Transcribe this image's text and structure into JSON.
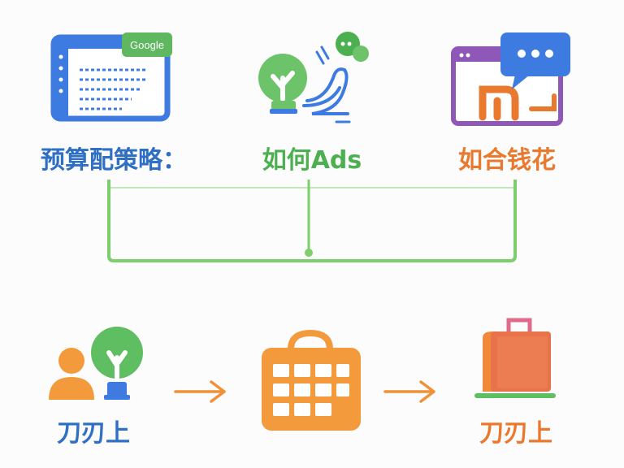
{
  "top_row": {
    "left": {
      "icon": "google-browser-window-icon",
      "badge": "Google",
      "label": "预算配策略：",
      "color": "#2f6fc4"
    },
    "center": {
      "icon": "plant-growth-chat-icon",
      "label": "如何Ads",
      "color": "#4caf50"
    },
    "right": {
      "icon": "window-chat-bubble-icon",
      "label": "如合钱花",
      "color": "#e8792f"
    }
  },
  "connector": {
    "color": "#7ccf6a",
    "icon": "bracket-connector"
  },
  "bottom_row": {
    "left": {
      "icon": "person-with-sprout-icon",
      "label": "刀刃上",
      "color": "#2f6fc4"
    },
    "arrow_1": {
      "icon": "arrow-right-icon",
      "color": "#f0913a"
    },
    "center": {
      "icon": "calendar-icon",
      "color": "#f39a3c"
    },
    "arrow_2": {
      "icon": "arrow-right-icon",
      "color": "#f0913a"
    },
    "right": {
      "icon": "shopping-bag-icon",
      "label": "刀刃上",
      "color": "#e8792f"
    }
  }
}
